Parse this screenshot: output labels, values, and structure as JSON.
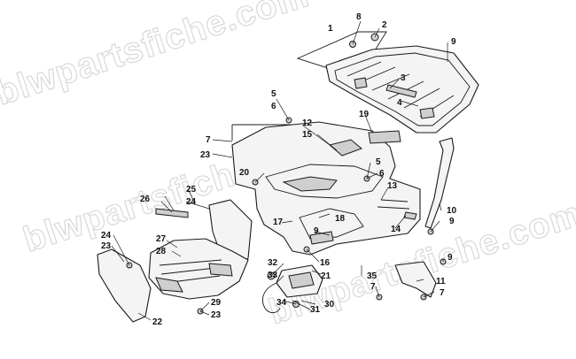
{
  "watermark": "blwpartsfiche.com",
  "callouts": [
    {
      "id": "c1",
      "text": "1"
    },
    {
      "id": "c2",
      "text": "2"
    },
    {
      "id": "c3",
      "text": "3"
    },
    {
      "id": "c4",
      "text": "4"
    },
    {
      "id": "c5a",
      "text": "5"
    },
    {
      "id": "c6a",
      "text": "6"
    },
    {
      "id": "c7a",
      "text": "7"
    },
    {
      "id": "c8",
      "text": "8"
    },
    {
      "id": "c9a",
      "text": "9"
    },
    {
      "id": "c10",
      "text": "10"
    },
    {
      "id": "c9b",
      "text": "9"
    },
    {
      "id": "c11",
      "text": "11"
    },
    {
      "id": "c12",
      "text": "12"
    },
    {
      "id": "c13",
      "text": "13"
    },
    {
      "id": "c14",
      "text": "14"
    },
    {
      "id": "c15",
      "text": "15"
    },
    {
      "id": "c16",
      "text": "16"
    },
    {
      "id": "c17",
      "text": "17"
    },
    {
      "id": "c18",
      "text": "18"
    },
    {
      "id": "c9c",
      "text": "9"
    },
    {
      "id": "c19",
      "text": "19"
    },
    {
      "id": "c20",
      "text": "20"
    },
    {
      "id": "c21",
      "text": "21"
    },
    {
      "id": "c22",
      "text": "22"
    },
    {
      "id": "c23a",
      "text": "23"
    },
    {
      "id": "c24a",
      "text": "24"
    },
    {
      "id": "c25",
      "text": "25"
    },
    {
      "id": "c26",
      "text": "26"
    },
    {
      "id": "c24b",
      "text": "24"
    },
    {
      "id": "c23b",
      "text": "23"
    },
    {
      "id": "c27",
      "text": "27"
    },
    {
      "id": "c28",
      "text": "28"
    },
    {
      "id": "c29",
      "text": "29"
    },
    {
      "id": "c23c",
      "text": "23"
    },
    {
      "id": "c5b",
      "text": "5"
    },
    {
      "id": "c6b",
      "text": "6"
    },
    {
      "id": "c30",
      "text": "30"
    },
    {
      "id": "c31",
      "text": "31"
    },
    {
      "id": "c32",
      "text": "32"
    },
    {
      "id": "c33",
      "text": "33"
    },
    {
      "id": "c34",
      "text": "34"
    },
    {
      "id": "c35",
      "text": "35"
    },
    {
      "id": "c7b",
      "text": "7"
    },
    {
      "id": "c7c",
      "text": "7"
    },
    {
      "id": "c9d",
      "text": "9"
    }
  ]
}
